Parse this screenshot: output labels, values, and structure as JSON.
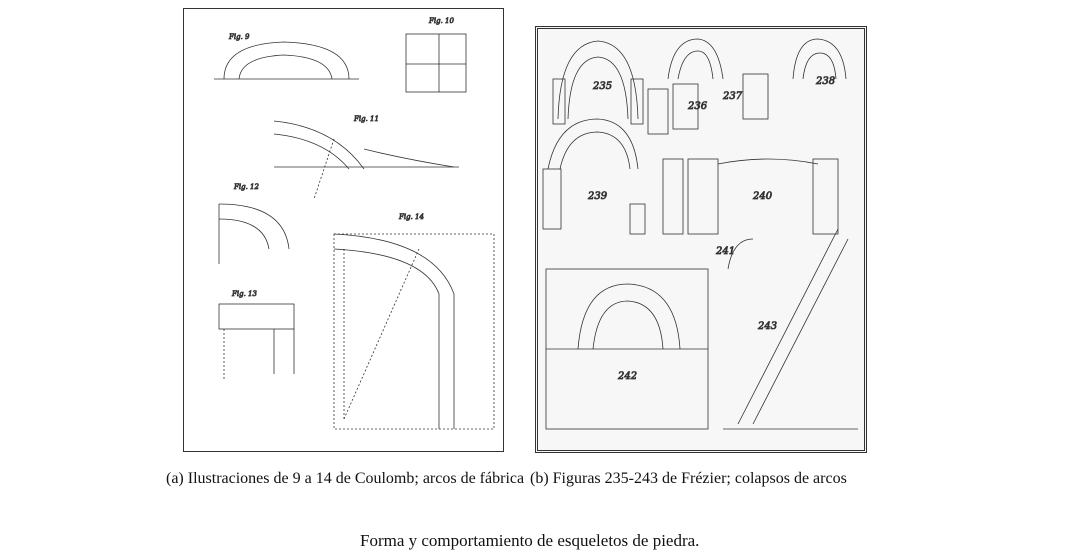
{
  "figure_a": {
    "labels": [
      "Fig. 9",
      "Fig. 10",
      "Fig. 11",
      "Fig. 12",
      "Fig. 13",
      "Fig. 14"
    ],
    "caption": "(a) Ilustraciones de 9 a 14 de Coulomb; arcos de fábrica"
  },
  "figure_b": {
    "labels": [
      "235",
      "236",
      "237",
      "238",
      "239",
      "240",
      "241",
      "242",
      "243"
    ],
    "caption": "(b) Figuras 235-243 de Frézier; colapsos de arcos"
  },
  "title": "Forma y comportamiento de esqueletos de piedra."
}
